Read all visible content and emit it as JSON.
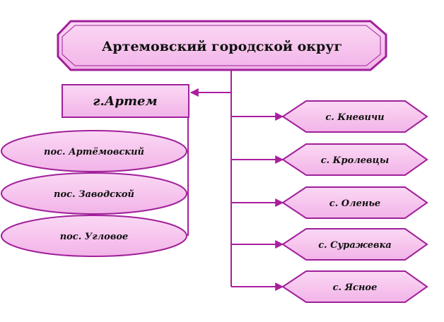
{
  "title": "Артемовский городской округ",
  "city": "г.Артем",
  "settlements": [
    "пос. Артёмовский",
    "пос. Заводской",
    "пос. Угловое"
  ],
  "villages": [
    "с. Кневичи",
    "с. Кролевцы",
    "с. Оленье",
    "с. Суражевка",
    "с. Ясное"
  ],
  "colors": {
    "fill_light": "#f8c8f0",
    "fill_mid": "#f0a8e4",
    "stroke": "#a0209a",
    "line": "#aa1e9e",
    "text": "#111111"
  }
}
